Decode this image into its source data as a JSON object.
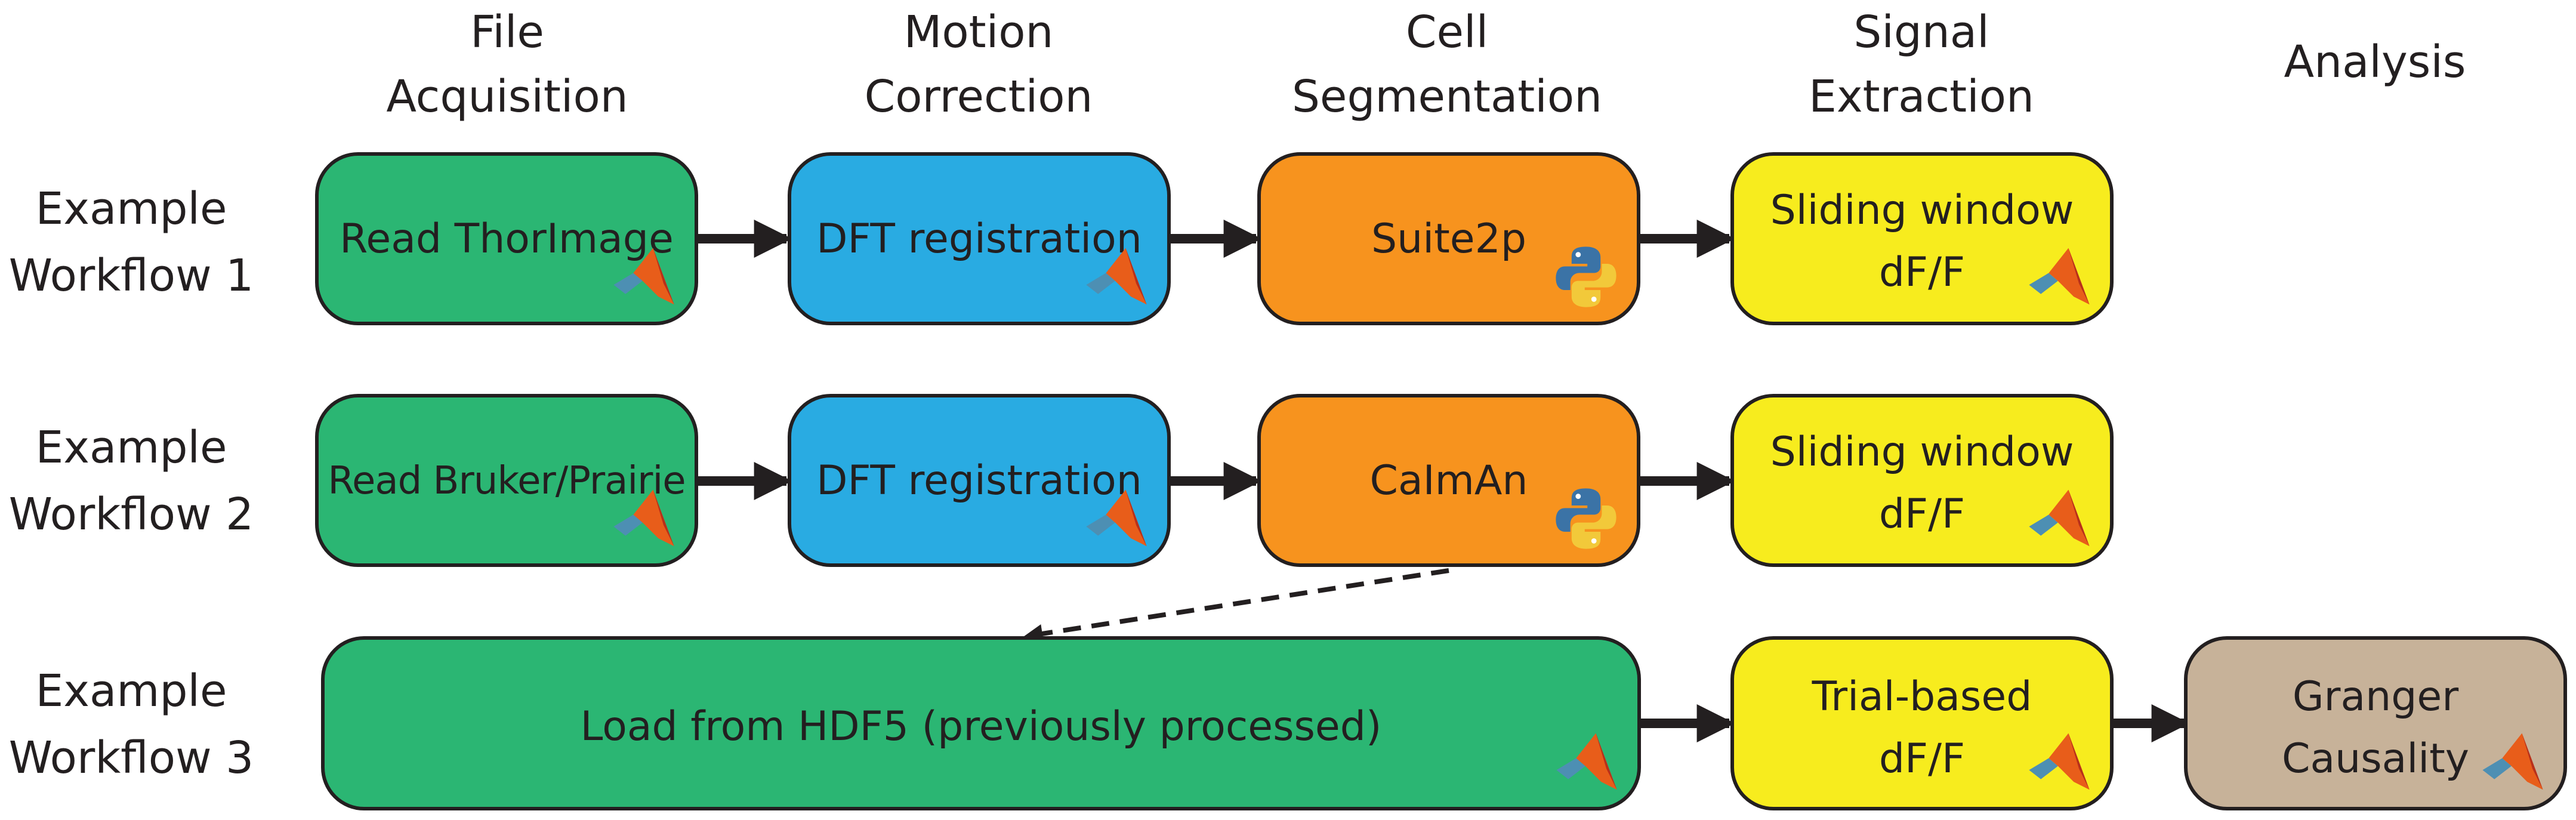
{
  "colors": {
    "acquisition": "#2bb673",
    "motion": "#29abe2",
    "segmentation": "#f7931e",
    "signal": "#f7ec1e",
    "analysis": "#c7b299",
    "border": "#231f20"
  },
  "columns": [
    {
      "id": "acquisition",
      "label": "File\nAcquisition"
    },
    {
      "id": "motion",
      "label": "Motion\nCorrection"
    },
    {
      "id": "segmentation",
      "label": "Cell\nSegmentation"
    },
    {
      "id": "signal",
      "label": "Signal\nExtraction"
    },
    {
      "id": "analysis",
      "label": "Analysis"
    }
  ],
  "rows": [
    {
      "label": "Example\nWorkflow 1"
    },
    {
      "label": "Example\nWorkflow 2"
    },
    {
      "label": "Example\nWorkflow 3"
    }
  ],
  "boxes": [
    {
      "id": "w1-acq",
      "label": "Read ThorImage",
      "column": "acquisition",
      "row": 0,
      "icon": "matlab-icon"
    },
    {
      "id": "w1-mot",
      "label": "DFT registration",
      "column": "motion",
      "row": 0,
      "icon": "matlab-icon"
    },
    {
      "id": "w1-seg",
      "label": "Suite2p",
      "column": "segmentation",
      "row": 0,
      "icon": "python-icon"
    },
    {
      "id": "w1-sig",
      "label": "Sliding window\ndF/F",
      "column": "signal",
      "row": 0,
      "icon": "matlab-icon"
    },
    {
      "id": "w2-acq",
      "label": "Read Bruker/Prairie",
      "column": "acquisition",
      "row": 1,
      "icon": "matlab-icon"
    },
    {
      "id": "w2-mot",
      "label": "DFT registration",
      "column": "motion",
      "row": 1,
      "icon": "matlab-icon"
    },
    {
      "id": "w2-seg",
      "label": "CaImAn",
      "column": "segmentation",
      "row": 1,
      "icon": "python-icon"
    },
    {
      "id": "w2-sig",
      "label": "Sliding window\ndF/F",
      "column": "signal",
      "row": 1,
      "icon": "matlab-icon"
    },
    {
      "id": "w3-load",
      "label": "Load from HDF5 (previously processed)",
      "column": "acquisition",
      "row": 2,
      "icon": "matlab-icon"
    },
    {
      "id": "w3-sig",
      "label": "Trial-based\ndF/F",
      "column": "signal",
      "row": 2,
      "icon": "matlab-icon"
    },
    {
      "id": "w3-ana",
      "label": "Granger\nCausality",
      "column": "analysis",
      "row": 2,
      "icon": "matlab-icon"
    }
  ],
  "connections": [
    {
      "from": "w1-acq",
      "to": "w1-mot",
      "style": "solid"
    },
    {
      "from": "w1-mot",
      "to": "w1-seg",
      "style": "solid"
    },
    {
      "from": "w1-seg",
      "to": "w1-sig",
      "style": "solid"
    },
    {
      "from": "w2-acq",
      "to": "w2-mot",
      "style": "solid"
    },
    {
      "from": "w2-mot",
      "to": "w2-seg",
      "style": "solid"
    },
    {
      "from": "w2-seg",
      "to": "w2-sig",
      "style": "solid"
    },
    {
      "from": "w2-seg",
      "to": "w3-load",
      "style": "dashed"
    },
    {
      "from": "w3-load",
      "to": "w3-sig",
      "style": "solid"
    },
    {
      "from": "w3-sig",
      "to": "w3-ana",
      "style": "solid"
    }
  ]
}
